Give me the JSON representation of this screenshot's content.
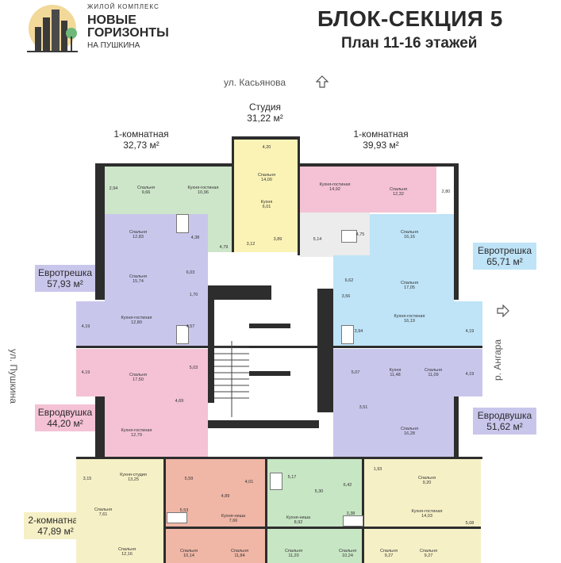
{
  "logo": {
    "small": "ЖИЛОЙ КОМПЛЕКС",
    "line1": "НОВЫЕ",
    "line2": "ГОРИЗОНТЫ",
    "sub": "НА ПУШКИНА"
  },
  "title": {
    "line1": "БЛОК-СЕКЦИЯ 5",
    "line2": "План 11-16 этажей"
  },
  "streets": {
    "top": "ул. Касьянова",
    "left": "ул. Пушкина",
    "right": "р. Ангара"
  },
  "apartments": {
    "studio": {
      "name": "Студия",
      "area": "31,22 м²"
    },
    "one_left": {
      "name": "1-комнатная",
      "area": "32,73 м²"
    },
    "one_right": {
      "name": "1-комнатная",
      "area": "39,93 м²"
    },
    "euro3_left": {
      "name": "Евротрешка",
      "area": "57,93 м²"
    },
    "euro3_right": {
      "name": "Евротрешка",
      "area": "65,71 м²"
    },
    "euro2_left": {
      "name": "Евродвушка",
      "area": "44,20 м²"
    },
    "euro2_right": {
      "name": "Евродвушка",
      "area": "51,62 м²"
    },
    "two_left": {
      "name": "2-комнатная",
      "area": "47,89 м²"
    }
  },
  "rooms": {
    "r420": "4,20",
    "studio_bed": "Спальня",
    "studio_bed_a": "14,00",
    "studio_kitchen": "Кухня",
    "studio_kitchen_a": "6,01",
    "s389": "3,89",
    "s312": "3,12",
    "l294": "2,94",
    "l_bed": "Спальня",
    "l_bed_a": "9,66",
    "l_kl": "Кухня-гостиная",
    "l_kl_a": "10,96",
    "l438": "4,38",
    "l479": "4,79",
    "r_kl": "Кухня-гостиная",
    "r_kl_a": "14,92",
    "r_bed": "Спальня",
    "r_bed_a": "12,32",
    "r280": "2,80",
    "r514": "5,14",
    "r475": "4,75",
    "e3l_bed1": "Спальня",
    "e3l_bed1_a": "12,83",
    "e3l_bed2": "Спальня",
    "e3l_bed2_a": "15,74",
    "e3l_603": "6,03",
    "e3l_170": "1,70",
    "e3l_419": "4,19",
    "e3l_kl": "Кухня-гостиная",
    "e3l_kl_a": "12,80",
    "e3l_457": "4,57",
    "e3r_bed1": "Спальня",
    "e3r_bed1_a": "16,16",
    "e3r_662": "6,62",
    "e3r_bed2": "Спальня",
    "e3r_bed2_a": "17,05",
    "e3r_356": "3,56",
    "e3r_kl": "Кухня-гостиная",
    "e3r_kl_a": "16,19",
    "e3r_394": "3,94",
    "e3r_419": "4,19",
    "e2l_419": "4,19",
    "e2l_bed": "Спальня",
    "e2l_bed_a": "17,50",
    "e2l_503": "5,03",
    "e2l_469": "4,69",
    "e2l_kl": "Кухня-гостиная",
    "e2l_kl_a": "12,79",
    "e2r_507": "5,07",
    "e2r_k": "Кухня",
    "e2r_k_a": "11,48",
    "e2r_bed1": "Спальня",
    "e2r_bed1_a": "11,09",
    "e2r_419": "4,19",
    "e2r_351": "3,51",
    "e2r_bed2": "Спальня",
    "e2r_bed2_a": "16,28",
    "b_315": "3,15",
    "b_ks": "Кухня-студия",
    "b_ks_a": "13,25",
    "b_559": "5,59",
    "b_bed1": "Спальня",
    "b_bed1_a": "7,61",
    "b_553": "5,53",
    "b_bed2": "Спальня",
    "b_bed2_a": "12,16",
    "b_401": "4,01",
    "b_489": "4,89",
    "b_kn1": "Кухня-ниша",
    "b_kn1_a": "7,66",
    "b_bed3": "Спальня",
    "b_bed3_a": "10,14",
    "b_bed4": "Спальня",
    "b_bed4_a": "11,84",
    "b_517": "5,17",
    "b_530": "5,30",
    "b_kn2": "Кухня-ниша",
    "b_kn2_a": "8,92",
    "b_bed5": "Спальня",
    "b_bed5_a": "11,20",
    "b_bed6": "Спальня",
    "b_bed6_a": "10,24",
    "b_193": "1,93",
    "b_642": "6,42",
    "b_338": "3,38",
    "b_bed7": "Спальня",
    "b_bed7_a": "9,20",
    "b_kl": "Кухня-гостиная",
    "b_kl_a": "14,03",
    "b_508": "5,08",
    "b_bed8": "Спальня",
    "b_bed8_a": "9,27",
    "b_bed9": "Спальня",
    "b_bed9_a": "9,27"
  }
}
